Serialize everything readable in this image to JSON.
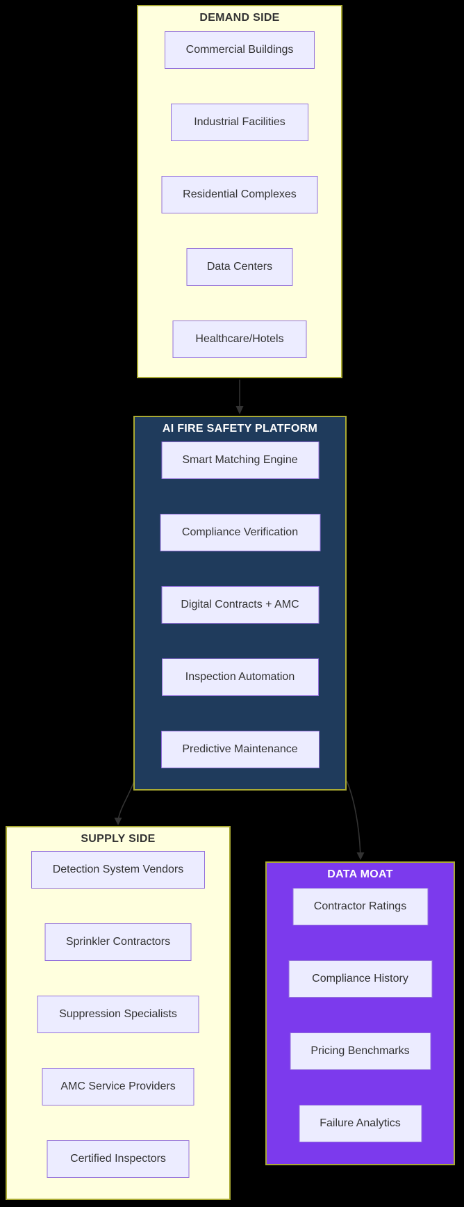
{
  "diagram": {
    "type": "flowchart-top-down",
    "background_color": "#000000",
    "colors": {
      "demand_cluster_fill": "#ffffde",
      "supply_cluster_fill": "#ffffde",
      "platform_cluster_fill": "#1f3b5c",
      "data_moat_cluster_fill": "#7c3aed",
      "cluster_border": "#aaaa33",
      "node_fill": "#ececff",
      "node_border": "#9370db",
      "node_text": "#333333",
      "title_on_dark": "#ffffff",
      "title_on_light": "#333333",
      "edge_stroke": "#333333"
    },
    "clusters": {
      "demand": {
        "title": "DEMAND SIDE",
        "nodes": [
          "Commercial Buildings",
          "Industrial Facilities",
          "Residential Complexes",
          "Data Centers",
          "Healthcare/Hotels"
        ]
      },
      "platform": {
        "title": "AI FIRE SAFETY PLATFORM",
        "nodes": [
          "Smart Matching Engine",
          "Compliance Verification",
          "Digital Contracts + AMC",
          "Inspection Automation",
          "Predictive Maintenance"
        ]
      },
      "supply": {
        "title": "SUPPLY SIDE",
        "nodes": [
          "Detection System Vendors",
          "Sprinkler Contractors",
          "Suppression Specialists",
          "AMC Service Providers",
          "Certified Inspectors"
        ]
      },
      "data_moat": {
        "title": "DATA MOAT",
        "nodes": [
          "Contractor Ratings",
          "Compliance History",
          "Pricing Benchmarks",
          "Failure Analytics"
        ]
      }
    },
    "edges": [
      {
        "from": "DEMAND SIDE",
        "to": "AI FIRE SAFETY PLATFORM"
      },
      {
        "from": "AI FIRE SAFETY PLATFORM",
        "to": "SUPPLY SIDE"
      },
      {
        "from": "AI FIRE SAFETY PLATFORM",
        "to": "DATA MOAT"
      }
    ]
  }
}
